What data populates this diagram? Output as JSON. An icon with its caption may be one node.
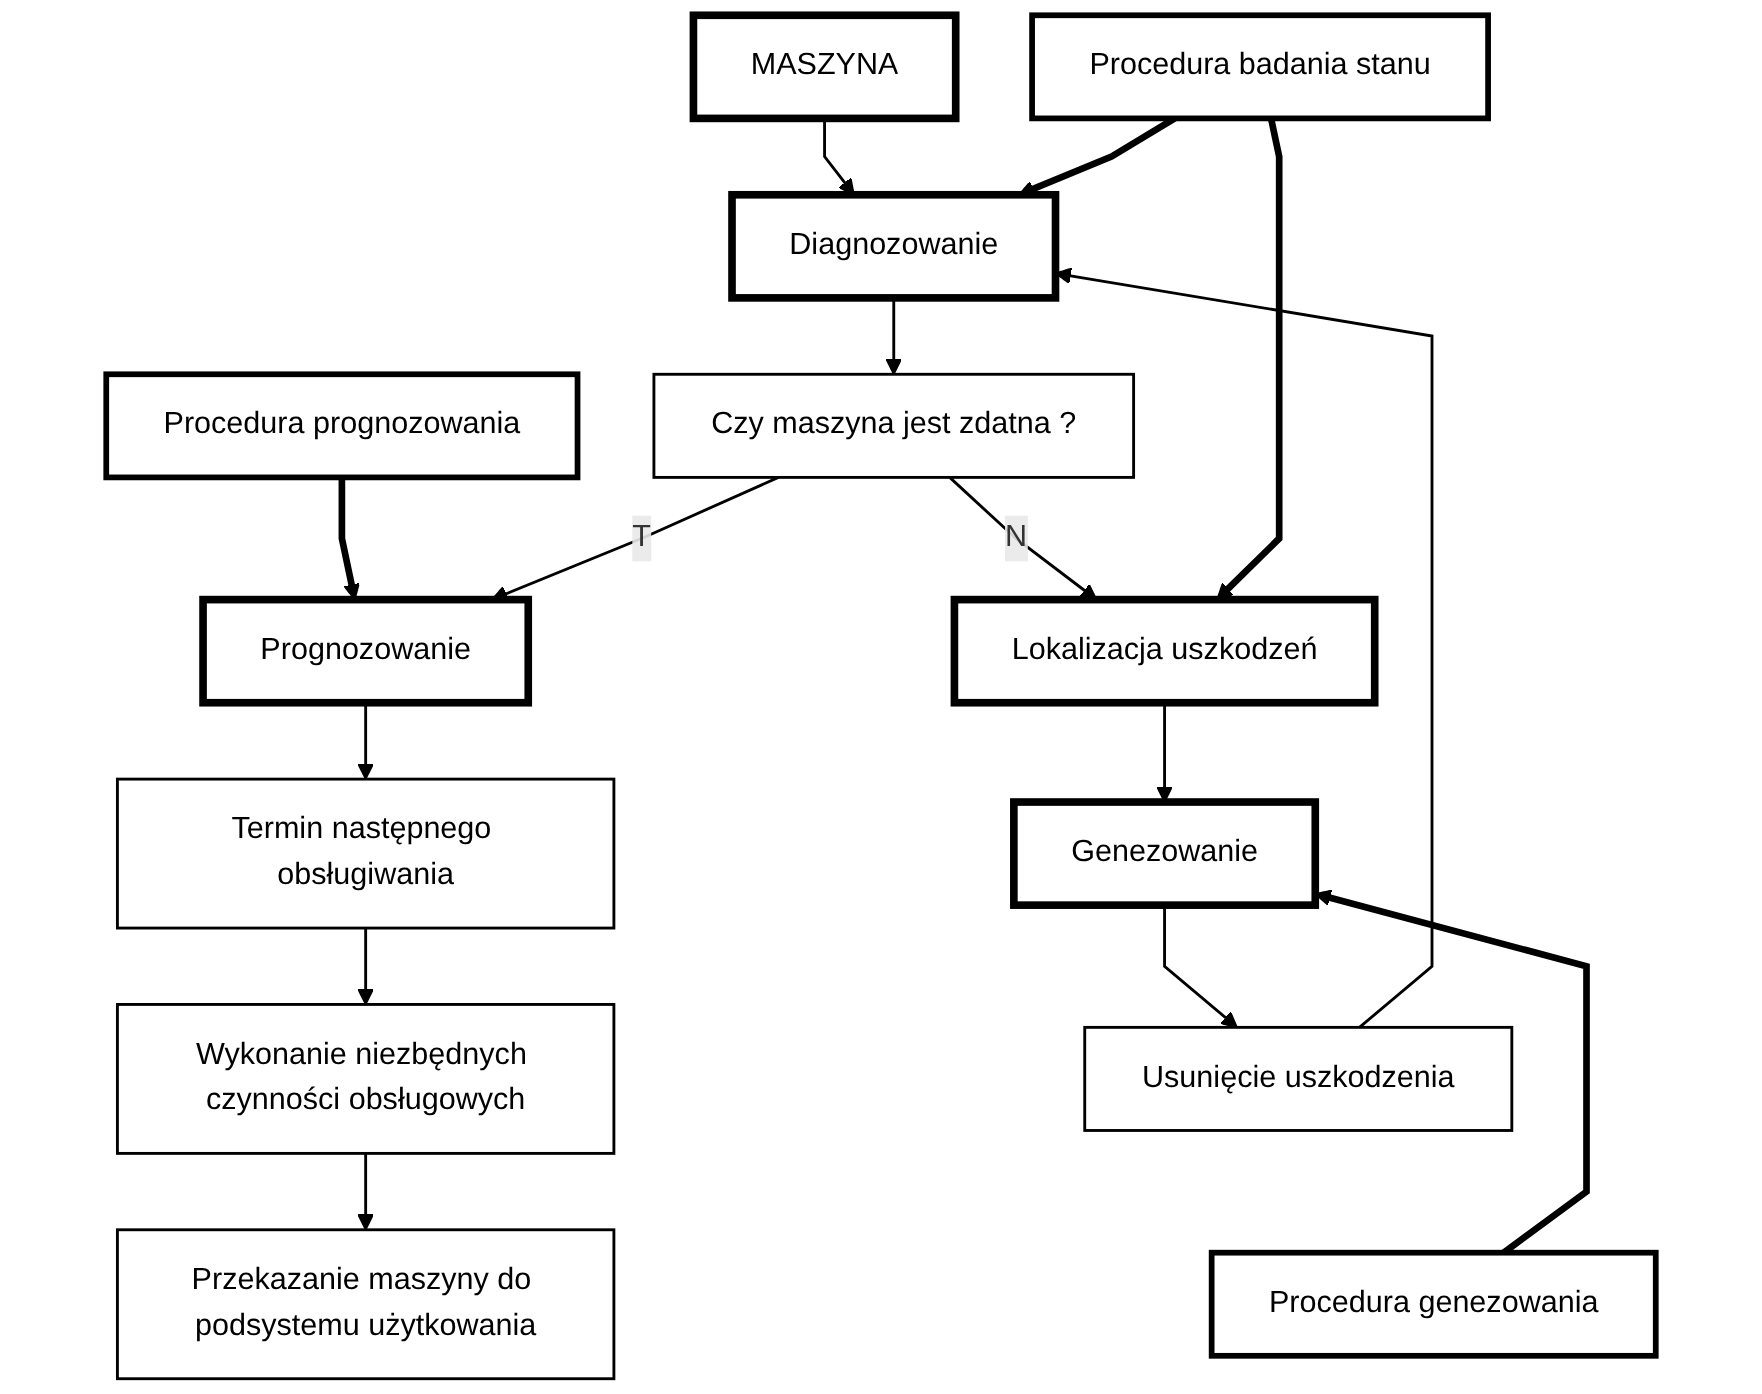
{
  "diagram": {
    "nodes": [
      {
        "text": [
          "MASZYNA"
        ]
      },
      {
        "text": [
          "Diagnozowanie"
        ]
      },
      {
        "text": [
          "Procedura badania stanu"
        ]
      },
      {
        "text": [
          "Procedura prognozowania"
        ]
      },
      {
        "text": [
          "Czy maszyna jest zdatna ?"
        ]
      },
      {
        "text": [
          "Prognozowanie"
        ]
      },
      {
        "text": [
          "Lokalizacja uszkodzeń"
        ]
      },
      {
        "text": [
          "Termin następnego obsługiwania"
        ]
      },
      {
        "text": [
          "Genezowanie"
        ]
      },
      {
        "text": [
          "Usunięcie uszkodzenia"
        ]
      },
      {
        "text": [
          "Wykonanie niezbędnych czynności obsługowych"
        ]
      },
      {
        "text": [
          "Procedura genezowania"
        ]
      },
      {
        "text": [
          "Przekazanie maszyny do podsystemu użytkowania"
        ]
      }
    ],
    "edges": [
      {
        "from": 0,
        "to": 1,
        "arrow": "to"
      },
      {
        "from": 2,
        "to": 1,
        "arrow": "to",
        "style": "thick"
      },
      {
        "from": 1,
        "to": 4,
        "arrow": "to"
      },
      {
        "from": 3,
        "to": 5,
        "arrow": "to",
        "style": "thick"
      },
      {
        "from": 4,
        "to": 5,
        "label": "T",
        "arrow": "to"
      },
      {
        "from": 4,
        "to": 6,
        "label": "N",
        "arrow": "to"
      },
      {
        "from": 2,
        "to": 6,
        "arrow": "to",
        "style": "thick"
      },
      {
        "from": 5,
        "to": 7,
        "arrow": "to"
      },
      {
        "from": 6,
        "to": 8,
        "arrow": "to"
      },
      {
        "from": 7,
        "to": 10,
        "arrow": "to"
      },
      {
        "from": 8,
        "to": 9,
        "arrow": "to"
      },
      {
        "from": 10,
        "to": 12,
        "arrow": "to"
      },
      {
        "from": 11,
        "to": 8,
        "arrow": "to",
        "style": "thick"
      },
      {
        "from": 9,
        "to": 1,
        "arrow": "to"
      }
    ]
  }
}
